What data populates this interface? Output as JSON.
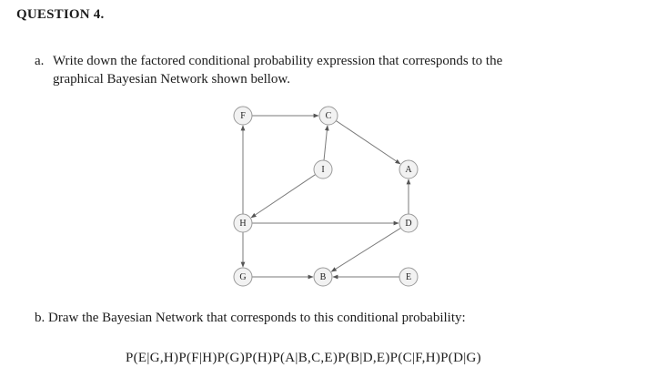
{
  "question": {
    "title": "QUESTION 4."
  },
  "part_a": {
    "label": "a.",
    "line1": "Write down the factored conditional probability expression that corresponds to the",
    "line2": "graphical Bayesian Network shown bellow."
  },
  "network": {
    "nodes": [
      {
        "id": "F",
        "label": "F"
      },
      {
        "id": "C",
        "label": "C"
      },
      {
        "id": "I",
        "label": "I"
      },
      {
        "id": "A",
        "label": "A"
      },
      {
        "id": "H",
        "label": "H"
      },
      {
        "id": "D",
        "label": "D"
      },
      {
        "id": "G",
        "label": "G"
      },
      {
        "id": "B",
        "label": "B"
      },
      {
        "id": "E",
        "label": "E"
      }
    ],
    "edges": [
      {
        "from": "F",
        "to": "C"
      },
      {
        "from": "I",
        "to": "C"
      },
      {
        "from": "C",
        "to": "A"
      },
      {
        "from": "H",
        "to": "F"
      },
      {
        "from": "I",
        "to": "H"
      },
      {
        "from": "H",
        "to": "D"
      },
      {
        "from": "D",
        "to": "A"
      },
      {
        "from": "H",
        "to": "G"
      },
      {
        "from": "G",
        "to": "B"
      },
      {
        "from": "E",
        "to": "B"
      },
      {
        "from": "D",
        "to": "B"
      }
    ]
  },
  "part_b": {
    "label": "b.",
    "text": "Draw the Bayesian Network that corresponds to this conditional probability:",
    "formula": "P(E|G,H)P(F|H)P(G)P(H)P(A|B,C,E)P(B|D,E)P(C|F,H)P(D|G)"
  }
}
